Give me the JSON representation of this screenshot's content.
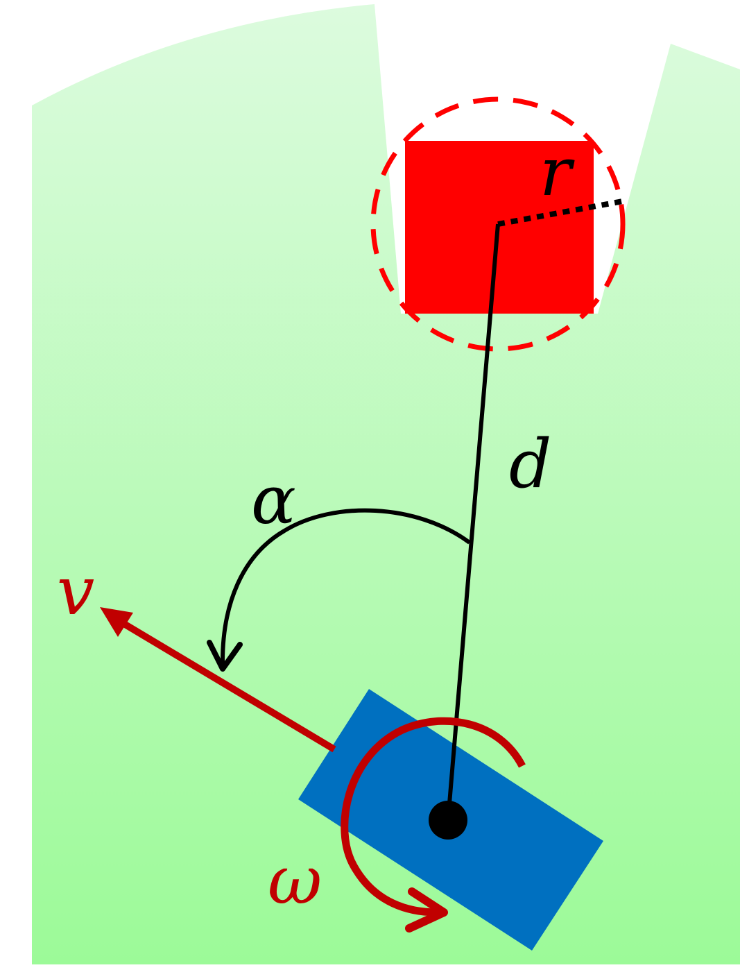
{
  "labels": {
    "radius": "r",
    "distance": "d",
    "angle": "α",
    "linear_velocity": "v",
    "angular_velocity": "ω"
  },
  "colors": {
    "field_top": "#dcfbde",
    "field_bottom": "#9cfa98",
    "target": "#ff0000",
    "robot": "#0070c0",
    "velocity": "#c00000",
    "line": "#000000"
  }
}
